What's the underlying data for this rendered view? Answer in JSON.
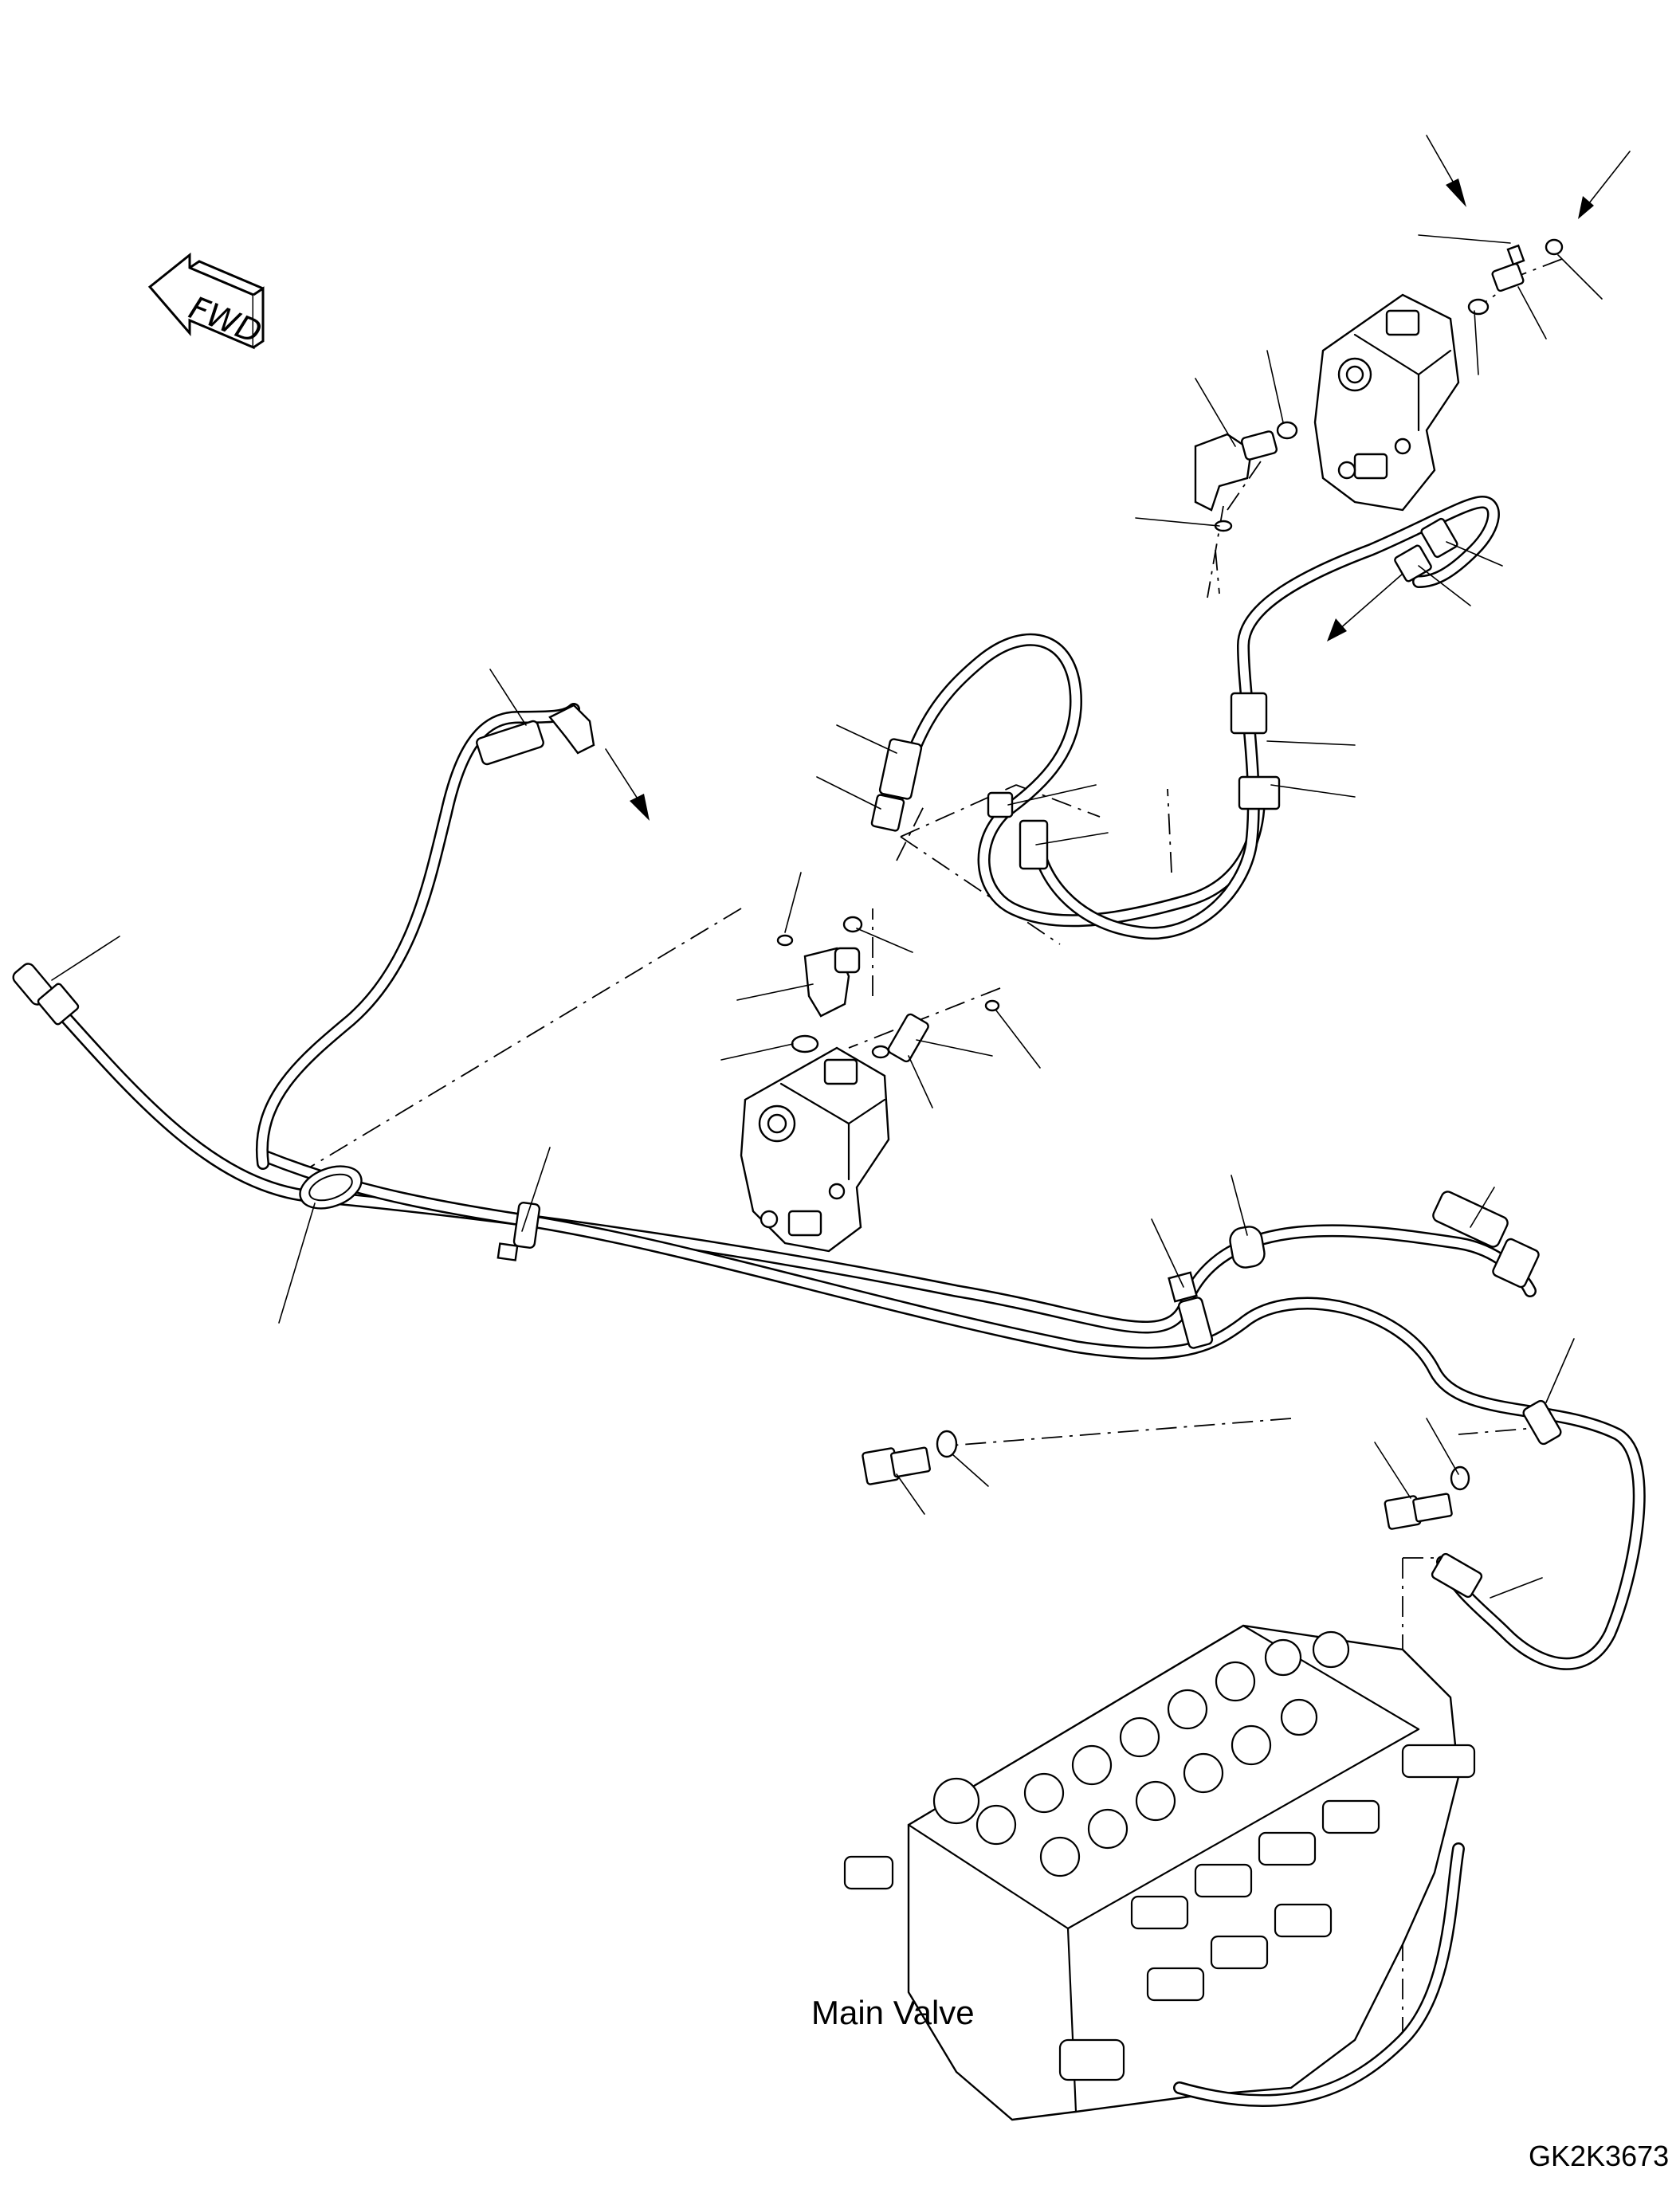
{
  "fwd_indicator": {
    "text": "FWD"
  },
  "main_valve_label": "Main Valve",
  "drawing_code": "GK2K3673"
}
